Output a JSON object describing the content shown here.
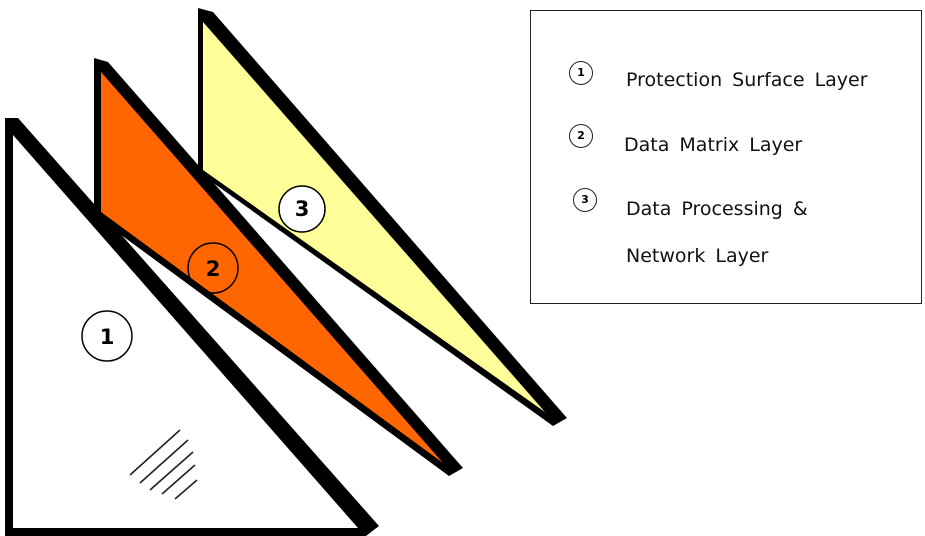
{
  "colors": {
    "outline": "#000000",
    "layer_1_fill": "#ffffff",
    "layer_2_fill": "#ff6600",
    "layer_3_fill": "#ffff99"
  },
  "layers": [
    {
      "id": "1",
      "name": "Protection Surface Layer"
    },
    {
      "id": "2",
      "name": "Data Matrix Layer"
    },
    {
      "id": "3",
      "name": "Data Processing & Network Layer"
    }
  ],
  "legend": {
    "item_1": {
      "marker": "1",
      "text": "Protection Surface Layer"
    },
    "item_2": {
      "marker": "2",
      "text": "Data Matrix Layer"
    },
    "item_3": {
      "marker": "3",
      "text_line_1": "Data Processing &",
      "text_line_2": "Network Layer"
    }
  },
  "labels": {
    "layer_1": "1",
    "layer_2": "2",
    "layer_3": "3"
  }
}
